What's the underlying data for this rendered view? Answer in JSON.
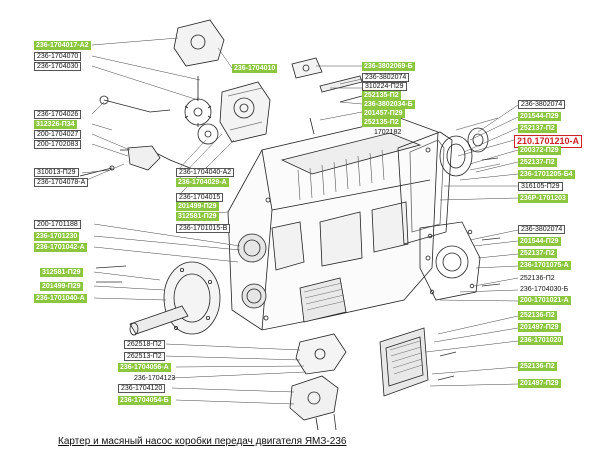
{
  "caption": "Картер и масяный насос коробки передач двигателя ЯМЗ-236",
  "labels": {
    "l01": "236-1704017-А2",
    "l02": "236-1704070",
    "l03": "236-1704030",
    "l04": "236-1704010",
    "l05": "236-3802069-Б",
    "l06": "236-3802074",
    "l07": "310224-П29",
    "l08": "252135-П2",
    "l09": "236-3802034-Б",
    "l10": "201457-П29",
    "l11": "252135-П2",
    "l12": "1702182",
    "l13": "236-1704026",
    "l14": "312326-П34",
    "l15": "200-1704027",
    "l16": "200-1702083",
    "l17": "236-3802074",
    "l18": "201544-П29",
    "l19": "252137-П2",
    "l20": "210.1701210-А",
    "l21": "310013-П29",
    "l22": "236-1704078-А",
    "l23": "236-1704040-А2",
    "l24": "236-1704029-А",
    "l25": "236-1704015",
    "l26": "201499-П29",
    "l27": "312581-П29",
    "l28": "200372-П29",
    "l29": "252137-П2",
    "l30": "236-1701205-Б4",
    "l31": "316105-П29",
    "l32": "236Р-1701203",
    "l33": "236-1701015-В",
    "l34": "200-1701188",
    "l35": "236-1701230",
    "l36": "236-1701042-А",
    "l37": "236-3802074",
    "l38": "201544-П29",
    "l39": "252137-П2",
    "l40": "236-1701075-А",
    "l41": "312581-П29",
    "l42": "201499-П29",
    "l43": "236-1701040-А",
    "l44": "252136-П2",
    "l45": "236-1704030-Б",
    "l46": "200-1701021-А",
    "l47": "252136-П2",
    "l48": "201497-П29",
    "l49": "236-1701020",
    "l50": "262518-П2",
    "l51": "262513-П2",
    "l52": "236-1704056-А",
    "l53": "236-1704123",
    "l54": "236-1704120",
    "l55": "236-1704054-Б",
    "l56": "252136-П2",
    "l57": "201497-П29"
  }
}
